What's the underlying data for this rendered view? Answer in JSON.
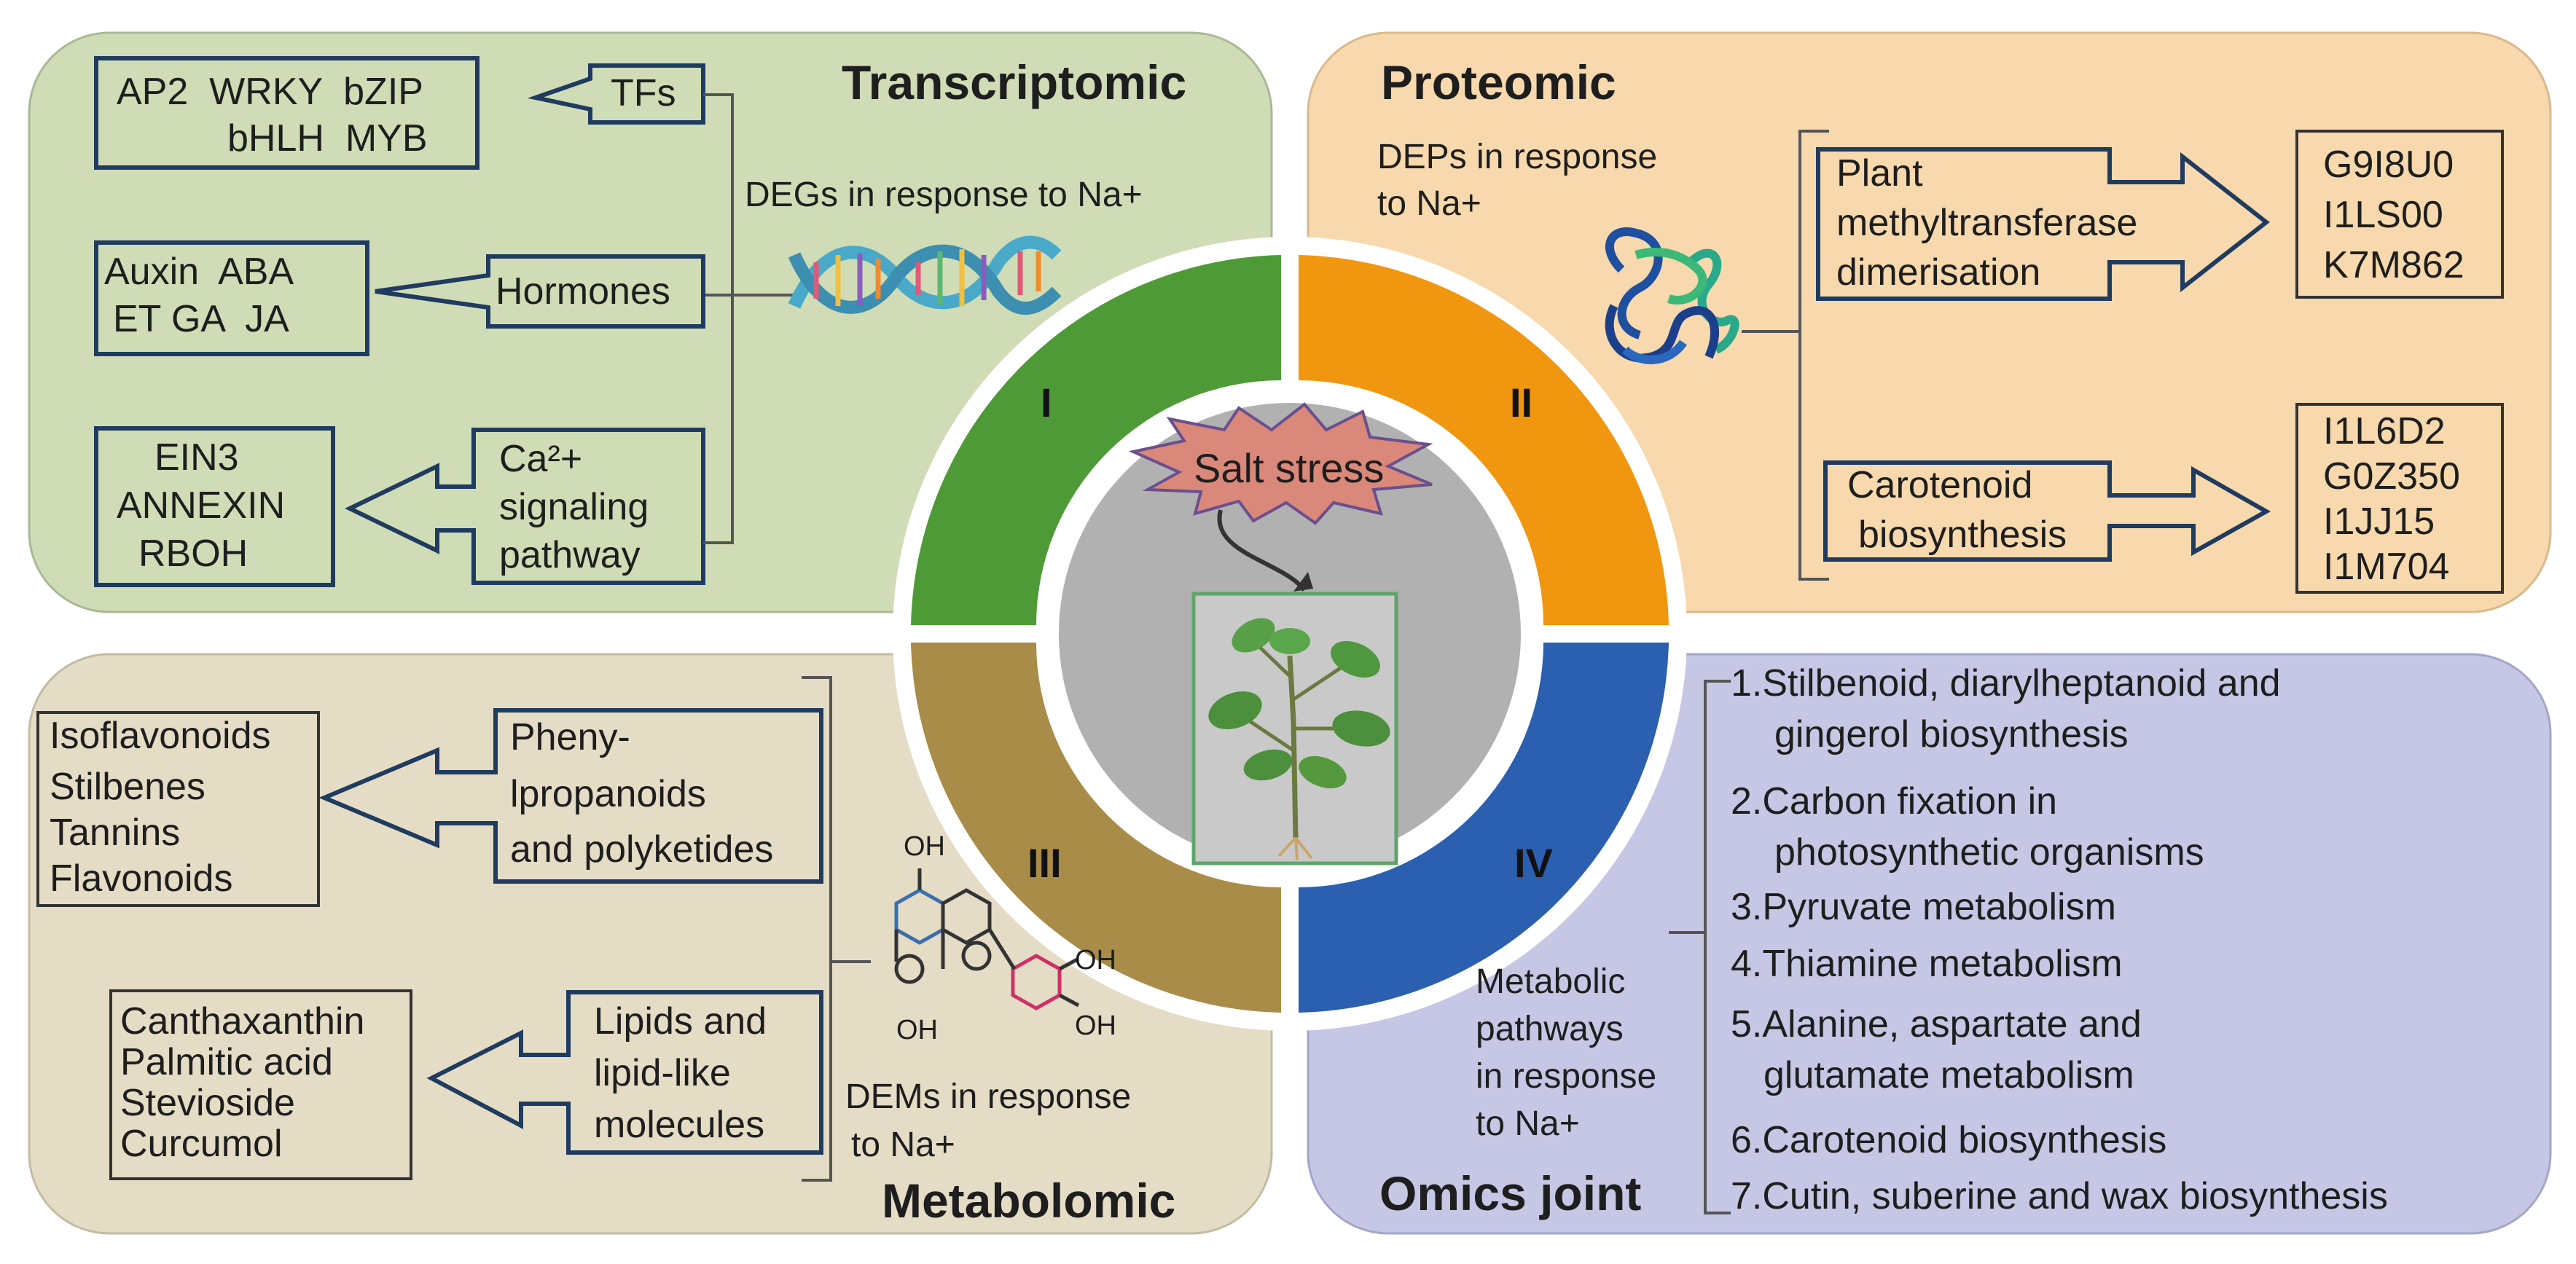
{
  "center": {
    "label": "Salt stress"
  },
  "segments": [
    {
      "numeral": "I",
      "color": "#4e9a37"
    },
    {
      "numeral": "II",
      "color": "#f0960f"
    },
    {
      "numeral": "III",
      "color": "#a88c47"
    },
    {
      "numeral": "IV",
      "color": "#2b5faf"
    }
  ],
  "colors": {
    "transcriptomic_bg": "#cfdcb6",
    "proteomic_bg": "#f8d9ad",
    "metabolomic_bg": "#e4dcc5",
    "omics_bg": "#c5c7e5",
    "arrow_stroke": "#1f3b60",
    "center_bg": "#b1b1b1"
  },
  "transcriptomic": {
    "title": "Transcriptomic",
    "subtitle": "DEGs in response to Na+",
    "tfs": {
      "label": "TFs",
      "genes": [
        "AP2  WRKY  bZIP",
        "bHLH  MYB"
      ]
    },
    "hormones": {
      "label": "Hormones",
      "items": [
        "Auxin  ABA",
        "ET GA  JA"
      ]
    },
    "calcium": {
      "label": [
        "Ca²+",
        "signaling",
        "pathway"
      ],
      "genes": [
        "EIN3",
        "ANNEXIN",
        "RBOH"
      ]
    }
  },
  "proteomic": {
    "title": "Proteomic",
    "subtitle": [
      "DEPs in response",
      "to Na+"
    ],
    "pathway1": {
      "label": [
        "Plant",
        "methyltransferase",
        "dimerisation"
      ],
      "proteins": [
        "G9I8U0",
        "I1LS00",
        "K7M862"
      ]
    },
    "pathway2": {
      "label": [
        "Carotenoid",
        "biosynthesis"
      ],
      "proteins": [
        "I1L6D2",
        "G0Z350",
        "I1JJ15",
        "I1M704"
      ]
    }
  },
  "metabolomic": {
    "title": "Metabolomic",
    "subtitle": [
      "DEMs in response",
      "to Na+"
    ],
    "class1": {
      "label": [
        "Pheny-",
        "lpropanoids",
        "and polyketides"
      ],
      "items": [
        "Isoflavonoids",
        "Stilbenes",
        "Tannins",
        "Flavonoids"
      ]
    },
    "class2": {
      "label": [
        "Lipids and",
        "lipid-like",
        "molecules"
      ],
      "items": [
        "Canthaxanthin",
        "Palmitic acid",
        "Stevioside",
        "Curcumol"
      ]
    },
    "molecule_labels": [
      "OH",
      "OH",
      "OH",
      "OH"
    ]
  },
  "omics": {
    "title": "Omics joint",
    "subtitle": [
      "Metabolic",
      "pathways",
      "in response",
      "to Na+"
    ],
    "pathways": [
      [
        "1.Stilbenoid, diarylheptanoid and",
        "gingerol biosynthesis"
      ],
      [
        "2.Carbon fixation in",
        "photosynthetic organisms"
      ],
      [
        "3.Pyruvate metabolism"
      ],
      [
        "4.Thiamine metabolism"
      ],
      [
        "5.Alanine, aspartate and",
        "glutamate metabolism"
      ],
      [
        "6.Carotenoid biosynthesis"
      ],
      [
        "7.Cutin, suberine and wax biosynthesis"
      ]
    ]
  }
}
